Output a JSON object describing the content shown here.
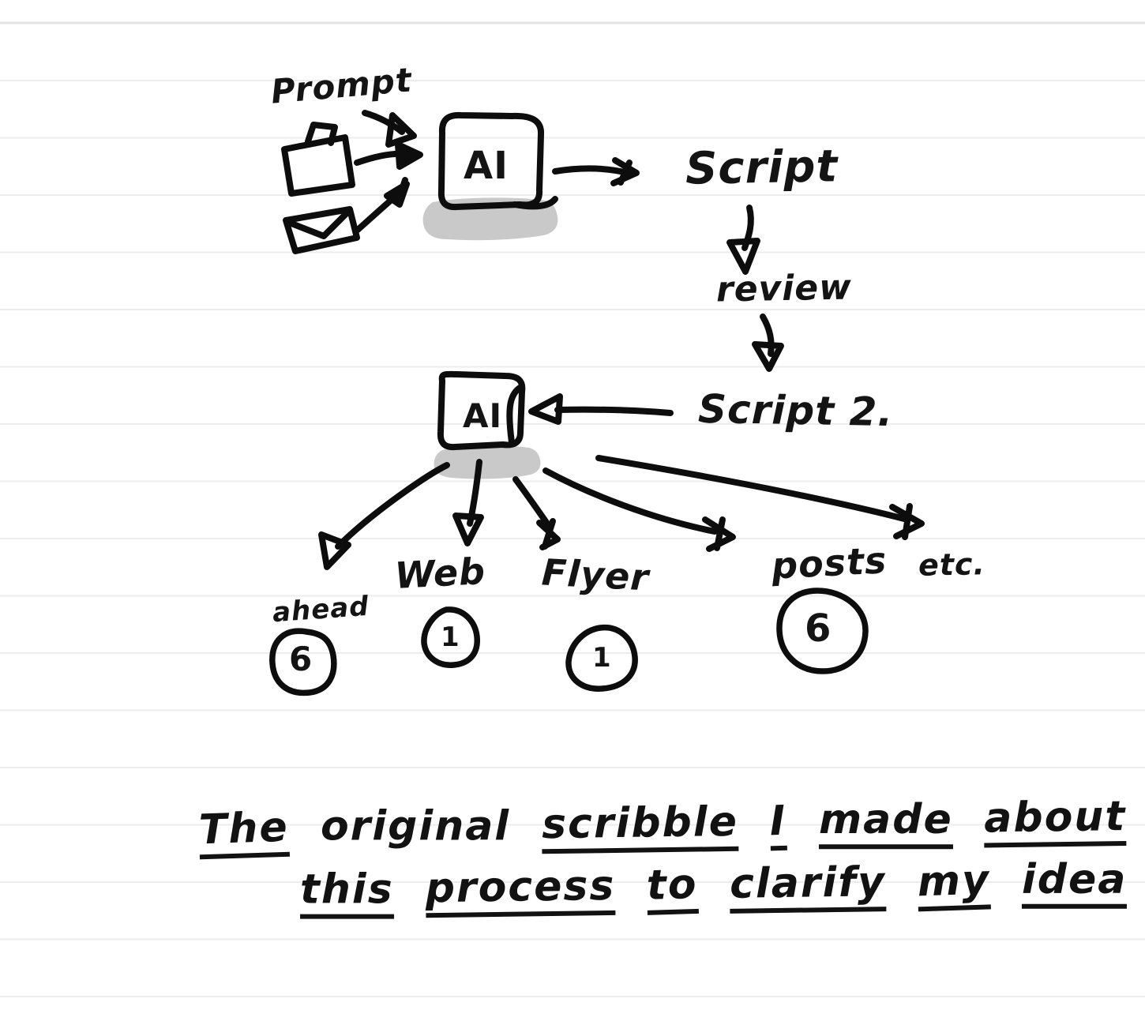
{
  "palette": {
    "paper": "#ffffff",
    "rule_line": "#ececec",
    "rule_line_top": "#e2e2e2",
    "ink": "#111111",
    "highlight": "#c9c9c9"
  },
  "icons": {
    "input_box": "briefcase-icon",
    "input_message": "envelope-icon",
    "highlight_marks": "marker-highlight"
  },
  "flow1": {
    "prompt_label": "Prompt",
    "ai_label": "AI",
    "script_label": "Script",
    "review_label": "review"
  },
  "flow2": {
    "ai_label": "AI",
    "script_label": "Script 2.",
    "outputs": [
      {
        "label": "ahead",
        "count": "6"
      },
      {
        "label": "Web",
        "count": "1"
      },
      {
        "label": "Flyer",
        "count": "1"
      },
      {
        "label": "posts",
        "count": "6"
      },
      {
        "label": "etc.",
        "count": ""
      }
    ]
  },
  "caption": {
    "line1": [
      "The",
      "original",
      "scribble",
      "I",
      "made",
      "about"
    ],
    "line2": [
      "this",
      "process",
      "to",
      "clarify",
      "my",
      "idea"
    ]
  }
}
